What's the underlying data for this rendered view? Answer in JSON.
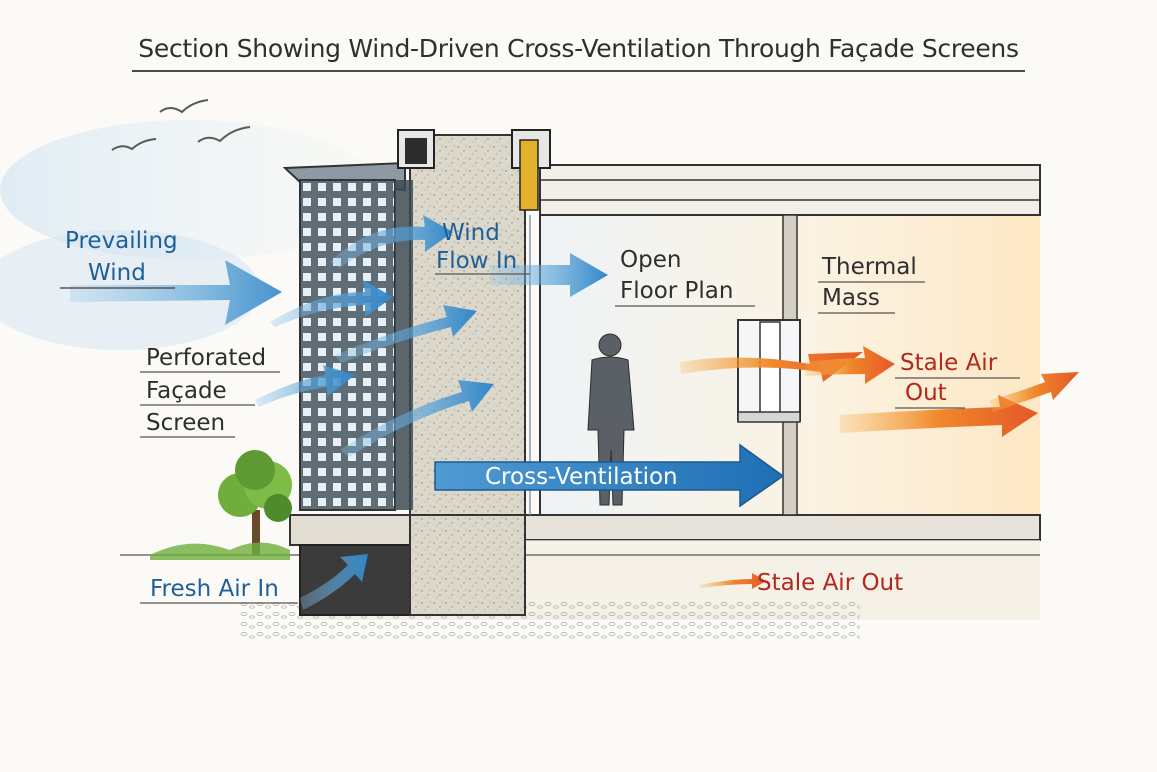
{
  "title": "Section Showing Wind-Driven Cross-Ventilation Through Façade Screens",
  "labels": {
    "prevailing_wind": [
      "Prevailing",
      "Wind"
    ],
    "perforated_screen": [
      "Perforated",
      "Façade",
      "Screen"
    ],
    "fresh_air_in": "Fresh Air In",
    "wind_flow_in": [
      "Wind",
      "Flow In"
    ],
    "open_floor_plan": [
      "Open",
      "Floor Plan"
    ],
    "thermal_mass": [
      "Thermal",
      "Mass"
    ],
    "stale_air_out_upper": [
      "Stale Air",
      "Out"
    ],
    "cross_ventilation": "Cross-Ventilation",
    "stale_air_out_lower": "Stale Air Out"
  },
  "colors": {
    "cool_air": "#2f86c8",
    "warm_air": "#f0882a",
    "label_blue": "#1f5f98",
    "label_red": "#b2281c",
    "concrete": "#d9d4c8",
    "screen": "#6f7f8a"
  },
  "icons": [
    "bird-icon",
    "tree-icon",
    "person-icon"
  ]
}
